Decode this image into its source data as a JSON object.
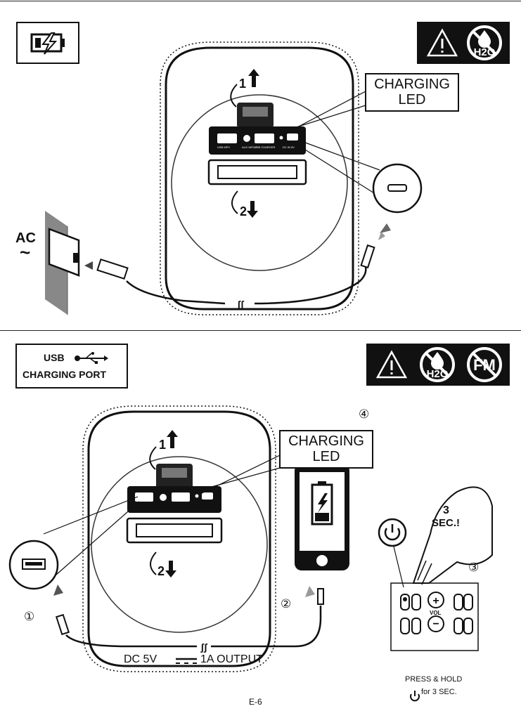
{
  "section1": {
    "charging_led_label": "CHARGING\nLED",
    "ac_label": "AC",
    "ac_tilde": "~",
    "step_up": "1",
    "step_down": "2",
    "warnings": [
      "warning-triangle-icon",
      "no-water-icon"
    ]
  },
  "section2": {
    "usb_title": "USB",
    "port_title": "CHARGING PORT",
    "charging_led_label": "CHARGING\nLED",
    "step_up": "1",
    "step_down": "2",
    "callout_1": "①",
    "callout_2": "②",
    "callout_3": "③",
    "callout_4": "④",
    "hold_seconds": "3",
    "hold_sec_label": "SEC.!",
    "output_prefix": "DC 5V",
    "output_suffix": "1A OUTPUT",
    "press_hold_line1": "PRESS & HOLD",
    "press_hold_line2": "for 3 SEC.",
    "vol_label": "VOL",
    "warnings": [
      "warning-triangle-icon",
      "no-water-icon",
      "no-fm-icon"
    ]
  },
  "panel_labels": {
    "usb_mp3": "USB MP3",
    "aux_input": "AUX INPUT",
    "usb_charger": "USB CHARGER",
    "dc_in": "DC IN 5V"
  },
  "footer": {
    "page_number": "E-6"
  }
}
